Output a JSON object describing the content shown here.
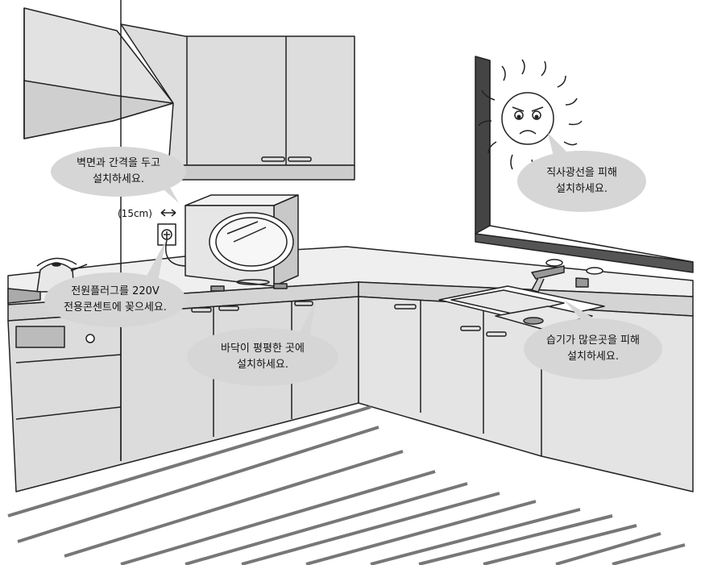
{
  "callouts": {
    "wall_gap": {
      "line1": "벽면과 간격을 두고",
      "line2": "설치하세요."
    },
    "sunlight": {
      "line1": "직사광선을 피해",
      "line2": "설치하세요."
    },
    "power_plug": {
      "line1": "전원플러그를 220V",
      "line2": "전용콘센트에 꽂으세요."
    },
    "level_floor": {
      "line1": "바닥이 평평한 곳에",
      "line2": "설치하세요."
    },
    "humidity": {
      "line1": "습기가 많은곳을 피해",
      "line2": "설치하세요."
    }
  },
  "dimension": {
    "wall_clearance": "(15cm)"
  },
  "icons": [
    "sun-icon",
    "kettle-icon",
    "wall-outlet-icon",
    "dryer-icon",
    "faucet-icon",
    "double-arrow-icon"
  ],
  "colors": {
    "bubble": "#d6d6d6",
    "cabinet": "#dcdcdc",
    "line": "#222222"
  }
}
